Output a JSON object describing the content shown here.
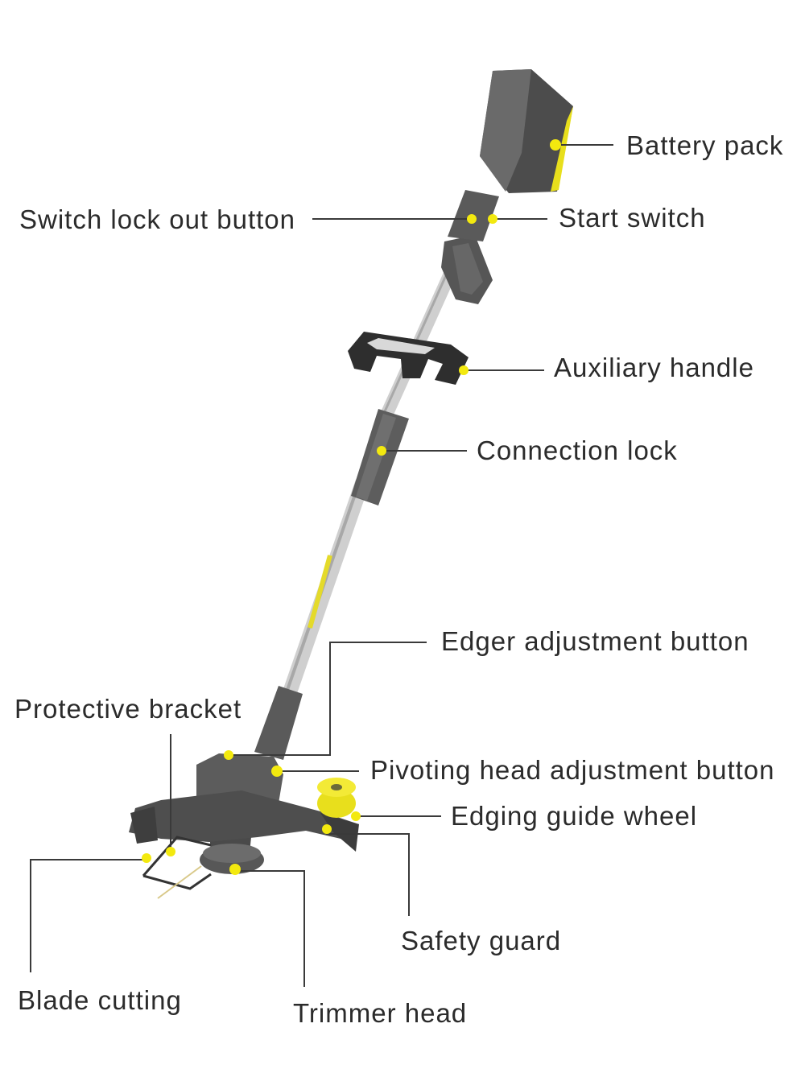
{
  "colors": {
    "accent": "#f3e90f",
    "body_dark": "#5a5a5a",
    "body_mid": "#6e6e6e",
    "shaft": "#c9c9c9",
    "leader_line": "#3a3a3a",
    "label_text": "#2b2b2b"
  },
  "labels": {
    "battery_pack": "Battery pack",
    "switch_lock_out_button": "Switch lock out button",
    "start_switch": "Start switch",
    "auxiliary_handle": "Auxiliary handle",
    "connection_lock": "Connection lock",
    "edger_adjustment_button": "Edger adjustment button",
    "protective_bracket": "Protective bracket",
    "pivoting_head_adjustment_button": "Pivoting head adjustment button",
    "edging_guide_wheel": "Edging guide wheel",
    "safety_guard": "Safety guard",
    "blade_cutting": "Blade cutting",
    "trimmer_head": "Trimmer head"
  }
}
